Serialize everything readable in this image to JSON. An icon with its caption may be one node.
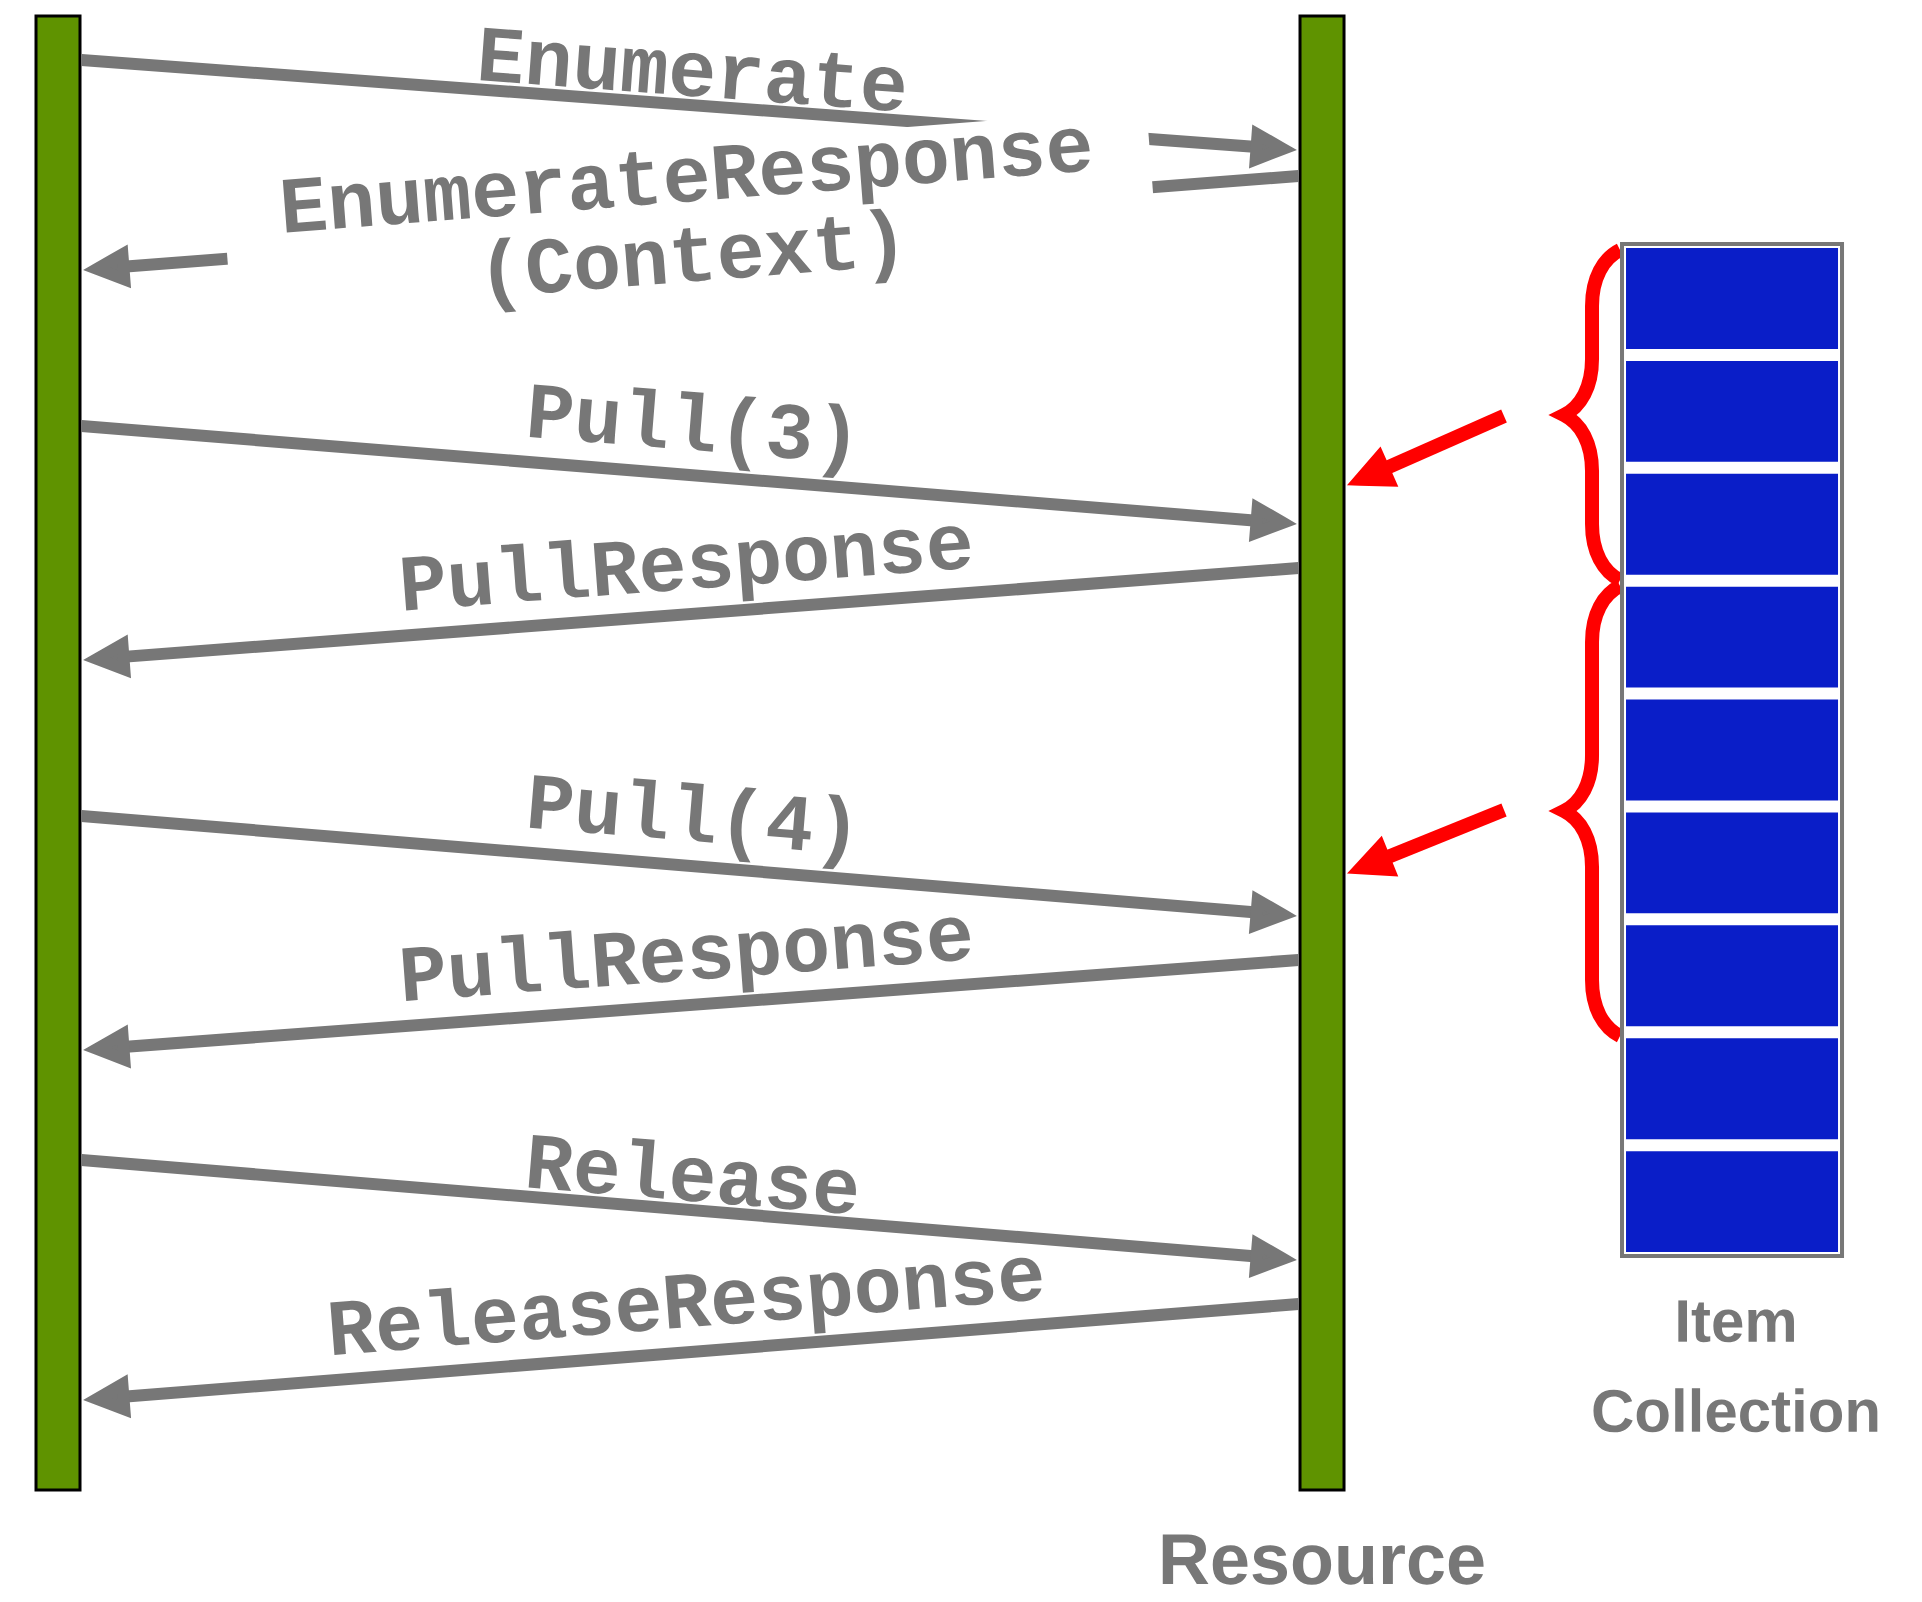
{
  "diagram": {
    "nodes": [
      {
        "text": [],
        "shape": "bar"
      },
      {
        "text": [
          "Resource"
        ]
      },
      {
        "text": [
          "Item Collection"
        ]
      },
      {
        "text": [],
        "shape": "box",
        "in": 2
      },
      {
        "text": [],
        "shape": "box",
        "in": 2
      },
      {
        "text": [],
        "shape": "box",
        "in": 2
      },
      {
        "text": [],
        "shape": "box",
        "in": 2
      },
      {
        "text": [],
        "shape": "box",
        "in": 2
      },
      {
        "text": [],
        "shape": "box",
        "in": 2
      },
      {
        "text": [],
        "shape": "box",
        "in": 2
      },
      {
        "text": [],
        "shape": "box",
        "in": 2
      },
      {
        "text": [],
        "shape": "box",
        "in": 2
      }
    ],
    "edges": [
      {
        "from": 0,
        "to": 1,
        "arrow": "to",
        "label": "Enumerate"
      },
      {
        "from": 1,
        "to": 0,
        "arrow": "to",
        "label": "EnumerateResponse (Context)"
      },
      {
        "from": 0,
        "to": 1,
        "arrow": "to",
        "label": "Pull(3)"
      },
      {
        "from": 1,
        "to": 0,
        "arrow": "to",
        "label": "PullResponse"
      },
      {
        "from": 0,
        "to": 1,
        "arrow": "to",
        "label": "Pull(4)"
      },
      {
        "from": 1,
        "to": 0,
        "arrow": "to",
        "label": "PullResponse"
      },
      {
        "from": 0,
        "to": 1,
        "arrow": "to",
        "label": "Release"
      },
      {
        "from": 1,
        "to": 0,
        "arrow": "to",
        "label": "ReleaseResponse"
      },
      {
        "from": null,
        "to": 1,
        "arrow": "to",
        "color": "#ff0000"
      },
      {
        "from": null,
        "to": 1,
        "arrow": "to",
        "color": "#ff0000"
      }
    ]
  }
}
